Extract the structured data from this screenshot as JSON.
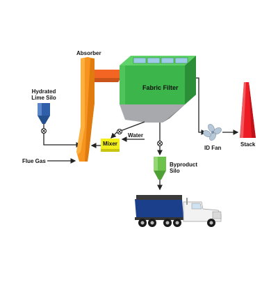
{
  "diagram": {
    "labels": {
      "absorber": "Absorber",
      "fabric_filter": "Fabric Filter",
      "hydrated_lime_silo_line1": "Hydrated",
      "hydrated_lime_silo_line2": "Lime Silo",
      "water": "Water",
      "mixer": "Mixer",
      "flue_gas": "Flue Gas",
      "byproduct_silo_line1": "Byproduct",
      "byproduct_silo_line2": "Silo",
      "id_fan": "ID Fan",
      "stack": "Stack"
    },
    "colors": {
      "absorber": "#f7941d",
      "absorber_dark": "#e07b10",
      "duct": "#f26522",
      "fabric_filter": "#3cb54a",
      "fabric_filter_dark": "#2a8f36",
      "hopper_gray": "#a7a9ac",
      "lime_silo": "#2e5fa8",
      "mixer": "#f2ee1a",
      "byproduct_silo": "#6cc24a",
      "stack": "#ed1c24",
      "truck_bed": "#1b3f8b",
      "line": "#222222"
    },
    "icons": [
      "valve-icon",
      "id-fan-icon",
      "dump-truck-icon"
    ]
  }
}
